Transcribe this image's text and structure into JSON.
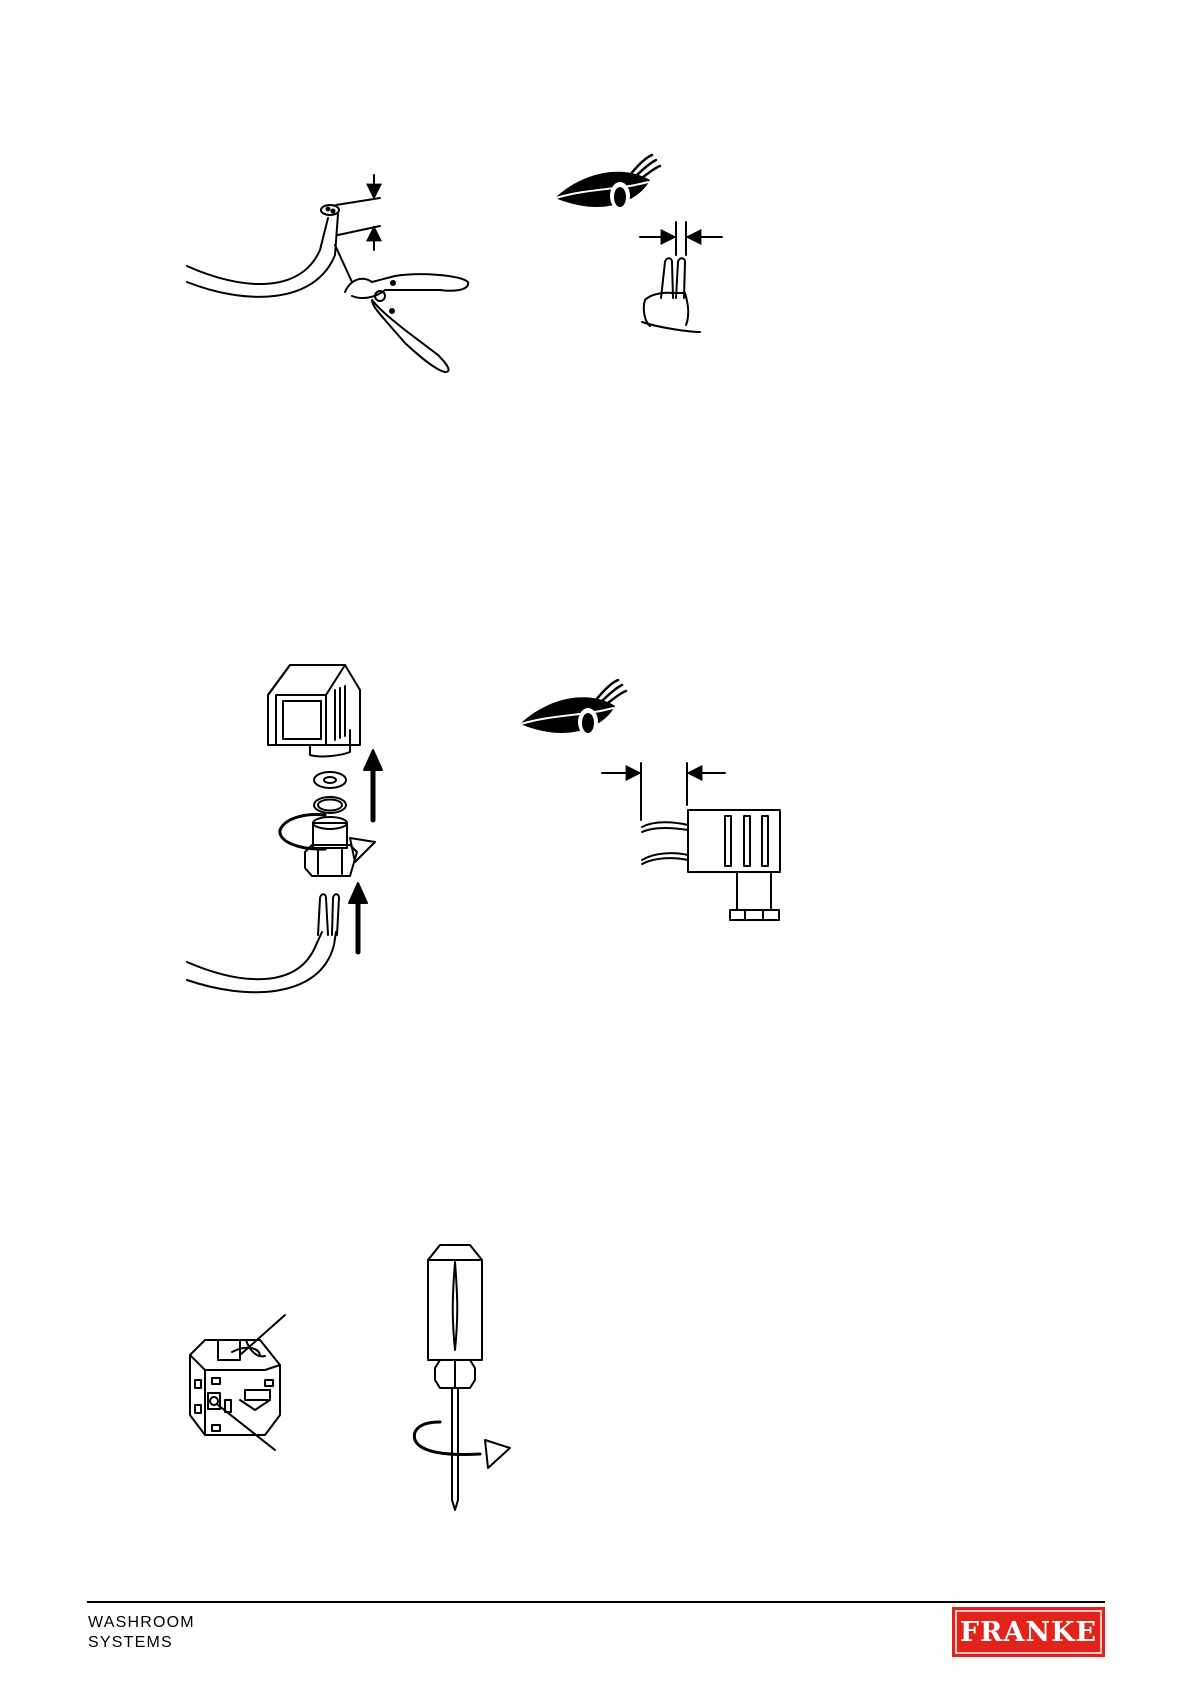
{
  "footer": {
    "line1": "WASHROOM",
    "line2": "SYSTEMS"
  },
  "logo": {
    "text": "FRANKE",
    "color": "#e2231a"
  },
  "illustrations": [
    {
      "id": "step-1",
      "depicts": [
        "cable",
        "wire-stripper",
        "eye"
      ]
    },
    {
      "id": "step-2",
      "depicts": [
        "connector",
        "gland",
        "eye"
      ]
    },
    {
      "id": "step-3",
      "depicts": [
        "terminal-block",
        "screwdriver"
      ]
    }
  ]
}
